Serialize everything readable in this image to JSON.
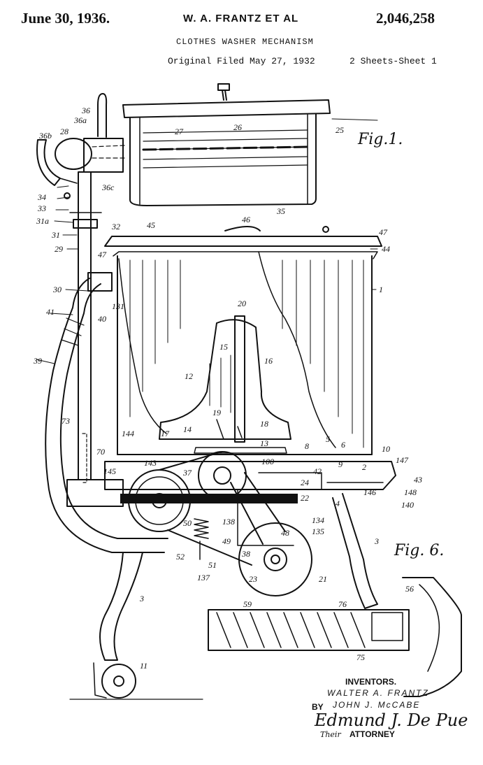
{
  "header": {
    "date": "June 30, 1936.",
    "inventors": "W. A. FRANTZ ET AL",
    "patent_number": "2,046,258",
    "title": "CLOTHES WASHER MECHANISM",
    "filed": "Original Filed May 27, 1932",
    "sheets": "2 Sheets-Sheet 1"
  },
  "figures": {
    "fig1": "Fig.1.",
    "fig6": "Fig. 6."
  },
  "reference_numerals": {
    "n36": "36",
    "n36a": "36a",
    "n36b": "36b",
    "n36c": "36c",
    "n28": "28",
    "n27": "27",
    "n26": "26",
    "n25": "25",
    "n35": "35",
    "n34": "34",
    "n33": "33",
    "n31a": "31a",
    "n31": "31",
    "n32": "32",
    "n45": "45",
    "n46": "46",
    "n47": "47",
    "n47b": "47",
    "n44": "44",
    "n29": "29",
    "n30": "30",
    "n131": "131",
    "n41": "41",
    "n40": "40",
    "n1": "1",
    "n20": "20",
    "n15": "15",
    "n16": "16",
    "n12": "12",
    "n39": "39",
    "n73": "73",
    "n19": "19",
    "n18": "18",
    "n14": "14",
    "n17": "17",
    "n13": "13",
    "n144": "144",
    "n8": "8",
    "n5": "5",
    "n6": "6",
    "n10": "10",
    "n70": "70",
    "n143": "143",
    "n9": "9",
    "n2": "2",
    "n147": "147",
    "n145": "145",
    "n37": "37",
    "n100": "100",
    "n42": "42",
    "n43": "43",
    "n24": "24",
    "n4": "4",
    "n146": "146",
    "n148": "148",
    "n22": "22",
    "n140": "140",
    "n50": "50",
    "n138": "138",
    "n134": "134",
    "n48": "48",
    "n135": "135",
    "n3a": "3",
    "n52": "52",
    "n49": "49",
    "n38": "38",
    "n51": "51",
    "n137": "137",
    "n23": "23",
    "n21": "21",
    "n3b": "3",
    "n56": "56",
    "n59": "59",
    "n76": "76",
    "n75": "75",
    "n11": "11"
  },
  "signature_block": {
    "inventors_label": "INVENTORS.",
    "inventor_1": "WALTER A. FRANTZ",
    "by": "BY",
    "inventor_2": "JOHN J. McCABE",
    "signature": "Edmund J. De Pue",
    "their": "Their",
    "attorney": "ATTORNEY"
  }
}
